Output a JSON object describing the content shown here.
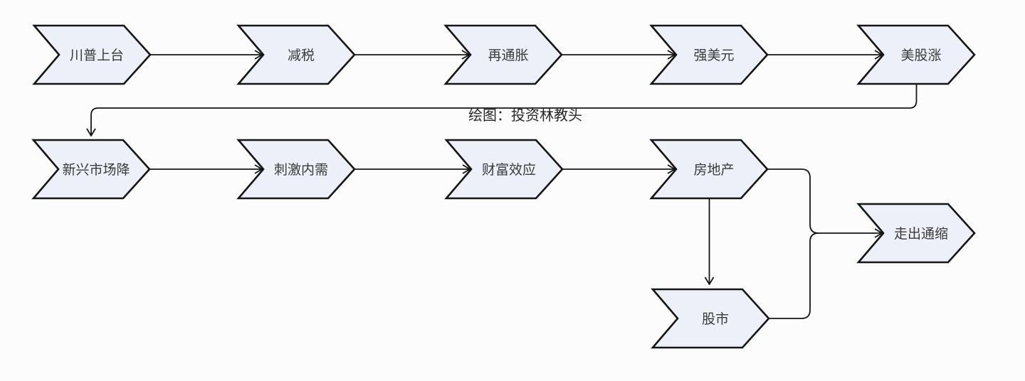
{
  "diagram": {
    "caption": "绘图：投资林教头",
    "colors": {
      "node_fill": "#edf0f8",
      "node_border": "#151515",
      "connector": "#151515",
      "text": "#3a3a3a",
      "background": "#fcfcfc"
    },
    "nodes": [
      {
        "id": "trump-takes-office",
        "label": "川普上台"
      },
      {
        "id": "tax-cuts",
        "label": "减税"
      },
      {
        "id": "reflation",
        "label": "再通胀"
      },
      {
        "id": "strong-dollar",
        "label": "强美元"
      },
      {
        "id": "us-stocks-rise",
        "label": "美股涨"
      },
      {
        "id": "emerging-markets-fall",
        "label": "新兴市场降"
      },
      {
        "id": "stimulate-domestic-demand",
        "label": "刺激内需"
      },
      {
        "id": "wealth-effect",
        "label": "财富效应"
      },
      {
        "id": "real-estate",
        "label": "房地产"
      },
      {
        "id": "stock-market",
        "label": "股市"
      },
      {
        "id": "exit-deflation",
        "label": "走出通缩"
      }
    ],
    "edges": [
      {
        "from": "trump-takes-office",
        "to": "tax-cuts"
      },
      {
        "from": "tax-cuts",
        "to": "reflation"
      },
      {
        "from": "reflation",
        "to": "strong-dollar"
      },
      {
        "from": "strong-dollar",
        "to": "us-stocks-rise"
      },
      {
        "from": "us-stocks-rise",
        "to": "emerging-markets-fall"
      },
      {
        "from": "emerging-markets-fall",
        "to": "stimulate-domestic-demand"
      },
      {
        "from": "stimulate-domestic-demand",
        "to": "wealth-effect"
      },
      {
        "from": "wealth-effect",
        "to": "real-estate"
      },
      {
        "from": "real-estate",
        "to": "stock-market"
      },
      {
        "from": "real-estate",
        "to": "exit-deflation"
      },
      {
        "from": "stock-market",
        "to": "exit-deflation"
      }
    ]
  }
}
